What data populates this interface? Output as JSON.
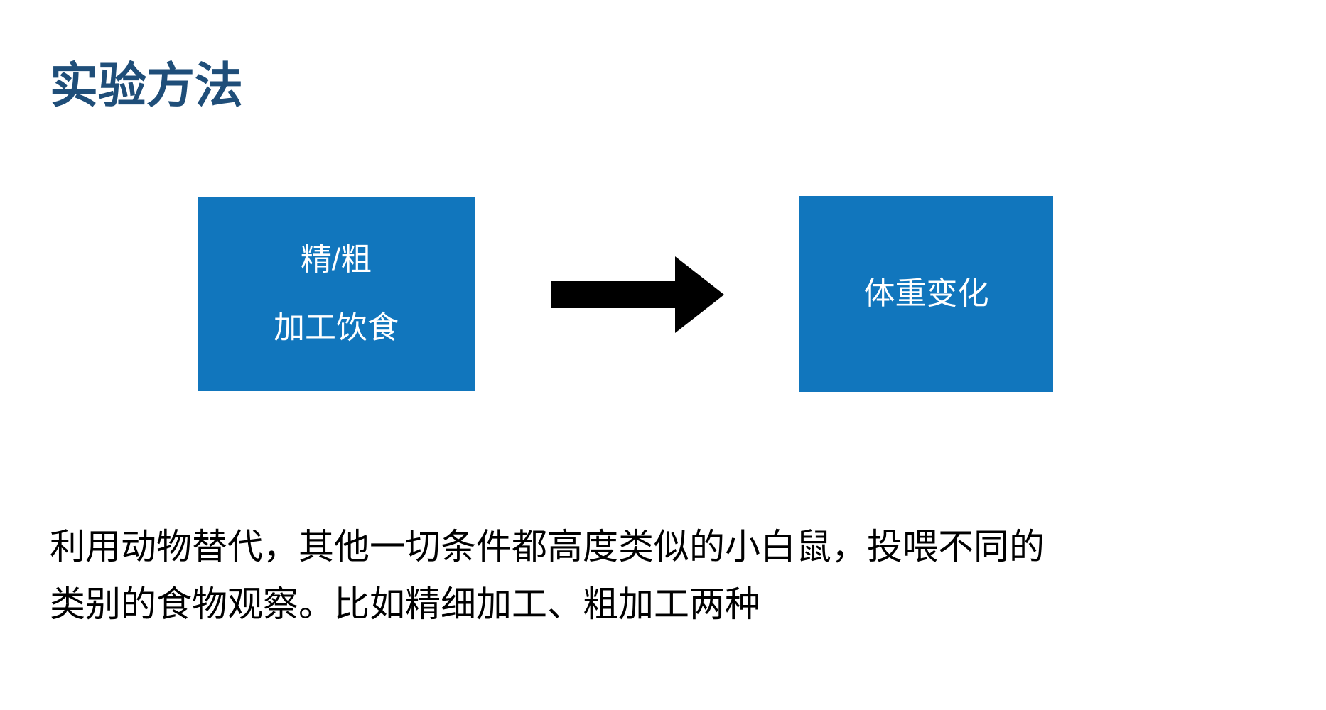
{
  "slide": {
    "background_color": "#FFFFFF",
    "title": "实验方法",
    "title_color": "#1F4E79",
    "accent_color": "#1176BD",
    "arrow_color": "#000000",
    "body_color": "#000000"
  },
  "diagram": {
    "type": "process-flow",
    "input_box": {
      "line1": "精/粗",
      "line2": "加工饮食",
      "fill": "#1176BD",
      "text_color": "#FFFFFF"
    },
    "arrow": {
      "icon": "arrow-right-icon",
      "direction": "right",
      "color": "#000000"
    },
    "output_box": {
      "line1": "体重变化",
      "fill": "#1176BD",
      "text_color": "#FFFFFF"
    }
  },
  "body": {
    "line1": "利用动物替代，其他一切条件都高度类似的小白鼠，投喂不同的",
    "line2": "类别的食物观察。比如精细加工、粗加工两种"
  }
}
